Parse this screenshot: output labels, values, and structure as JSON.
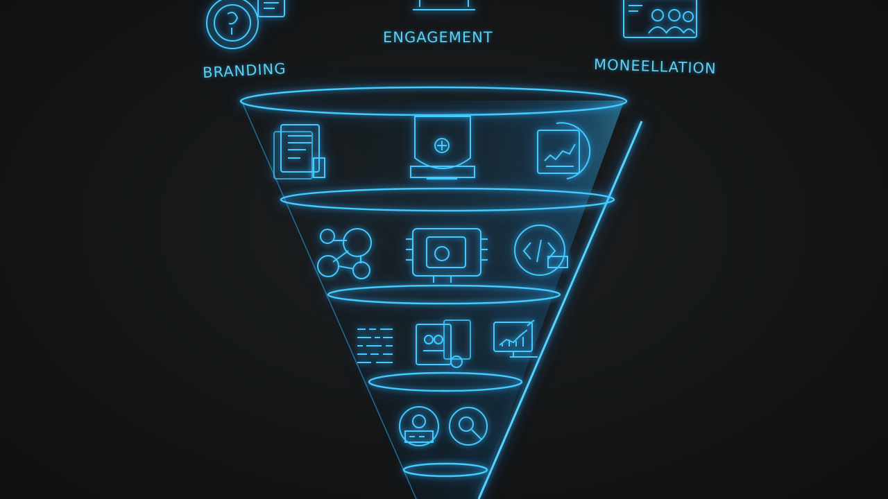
{
  "labels": {
    "branding": "BRANDING",
    "engagement": "ENGAGEMENT",
    "monetization": "MONEELLATION"
  },
  "colors": {
    "neon": "#38c6f4",
    "neon_bright": "#9be8ff",
    "background": "#141617"
  },
  "icons": {
    "top": [
      "badge-icon",
      "presentation-icon",
      "team-meeting-icon"
    ],
    "tier1": [
      "document-icon",
      "shield-icon",
      "chart-monitor-icon"
    ],
    "tier2": [
      "network-icon",
      "circuit-icon",
      "code-icon"
    ],
    "tier3": [
      "data-icon",
      "robot-icon",
      "analytics-icon"
    ],
    "tier4": [
      "settings-icon",
      "search-icon"
    ]
  }
}
